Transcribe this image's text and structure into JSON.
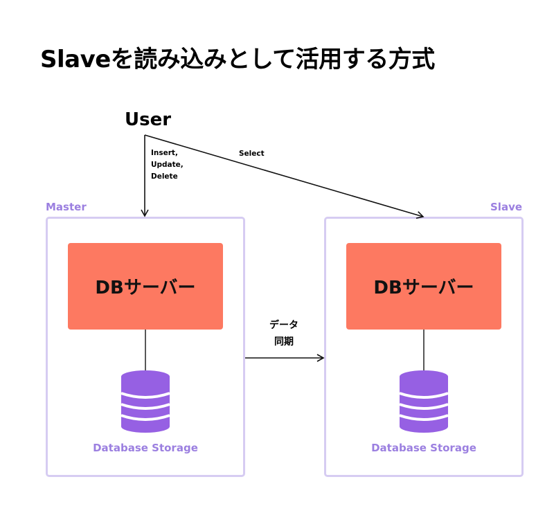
{
  "title": "Slaveを読み込みとして活用する方式",
  "user": {
    "label": "User"
  },
  "operations": {
    "write": [
      "Insert,",
      "Update,",
      "Delete"
    ],
    "read": "Select"
  },
  "master": {
    "label": "Master",
    "server_label": "DBサーバー",
    "storage_label": "Database Storage"
  },
  "slave": {
    "label": "Slave",
    "server_label": "DBサーバー",
    "storage_label": "Database Storage"
  },
  "sync": {
    "line1": "データ",
    "line2": "同期"
  },
  "colors": {
    "server": "#fd7961",
    "accent": "#9b7fe0",
    "box_border": "#d6ccf2",
    "database": "#9660e3"
  },
  "icons": {
    "database": "database-icon"
  }
}
